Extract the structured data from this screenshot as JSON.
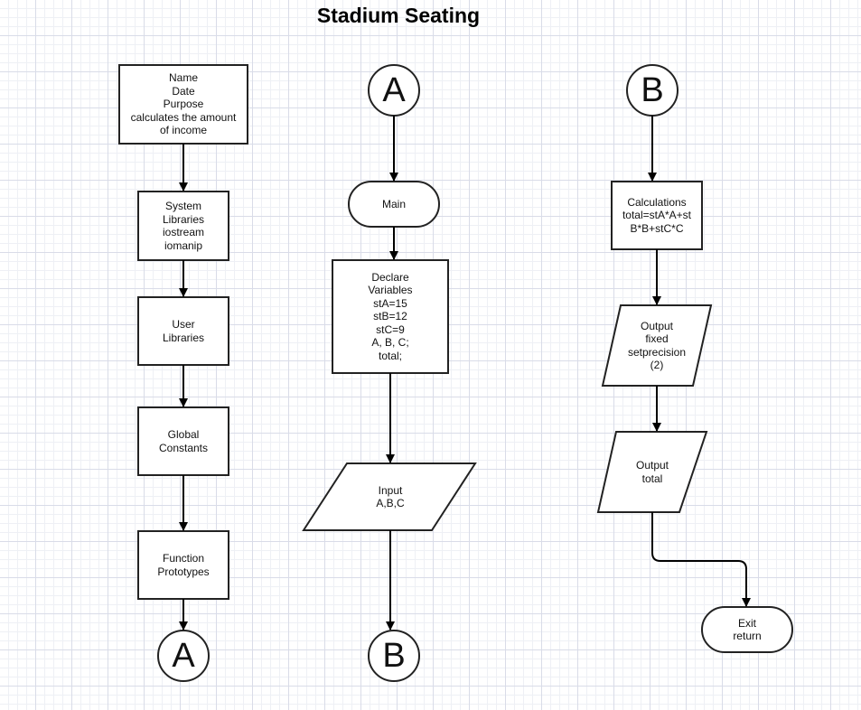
{
  "title": "Stadium Seating",
  "nodes": {
    "header": {
      "lines": [
        "Name",
        "Date",
        "Purpose",
        "calculates the amount",
        "of income"
      ]
    },
    "system_libraries": {
      "lines": [
        "System",
        "Libraries",
        "iostream",
        "iomanip"
      ]
    },
    "user_libraries": {
      "lines": [
        "User",
        "Libraries"
      ]
    },
    "global_constants": {
      "lines": [
        "Global",
        "Constants"
      ]
    },
    "function_prototypes": {
      "lines": [
        "Function",
        "Prototypes"
      ]
    },
    "main": {
      "lines": [
        "Main"
      ]
    },
    "declare_variables": {
      "lines": [
        "Declare",
        "Variables",
        "stA=15",
        "stB=12",
        "stC=9",
        "A, B, C;",
        "total;"
      ]
    },
    "input": {
      "lines": [
        "Input",
        "A,B,C"
      ]
    },
    "calculations": {
      "lines": [
        "Calculations",
        "total=stA*A+st",
        "B*B+stC*C"
      ]
    },
    "output_format": {
      "lines": [
        "Output",
        "fixed",
        "setprecision",
        "(2)"
      ]
    },
    "output_total": {
      "lines": [
        "Output",
        "total"
      ]
    },
    "exit": {
      "lines": [
        "Exit",
        "return"
      ]
    }
  },
  "connectors": {
    "col1_end": "A",
    "col2_start": "A",
    "col2_end": "B",
    "col3_start": "B"
  },
  "colors": {
    "stroke": "#222222",
    "fill": "#ffffff",
    "grid": "#d9dce8"
  }
}
